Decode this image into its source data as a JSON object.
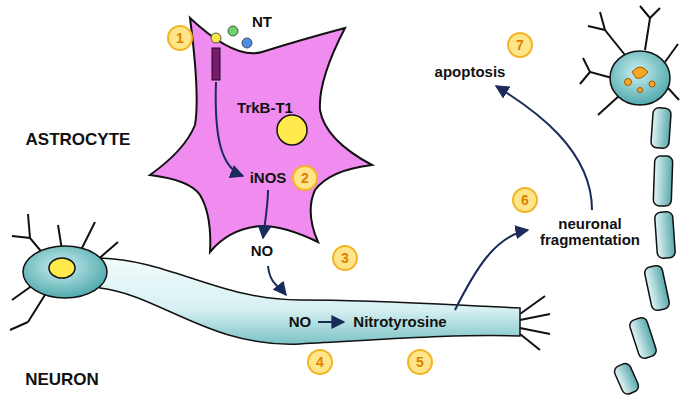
{
  "diagram": {
    "nodes": [
      {
        "text": [
          "ASTROCYTE",
          "TrkB-T1",
          "iNOS",
          "NO"
        ]
      },
      {
        "text": [
          "NEURON",
          "NO",
          "Nitrotyrosine"
        ]
      }
    ],
    "edges": [
      {
        "from": 0,
        "to": 1,
        "arrow": "to"
      }
    ],
    "labels": [
      "NT",
      "1",
      "2",
      "3",
      "4",
      "5",
      "6",
      "7",
      "apoptosis",
      "neuronal fragmentation"
    ]
  }
}
